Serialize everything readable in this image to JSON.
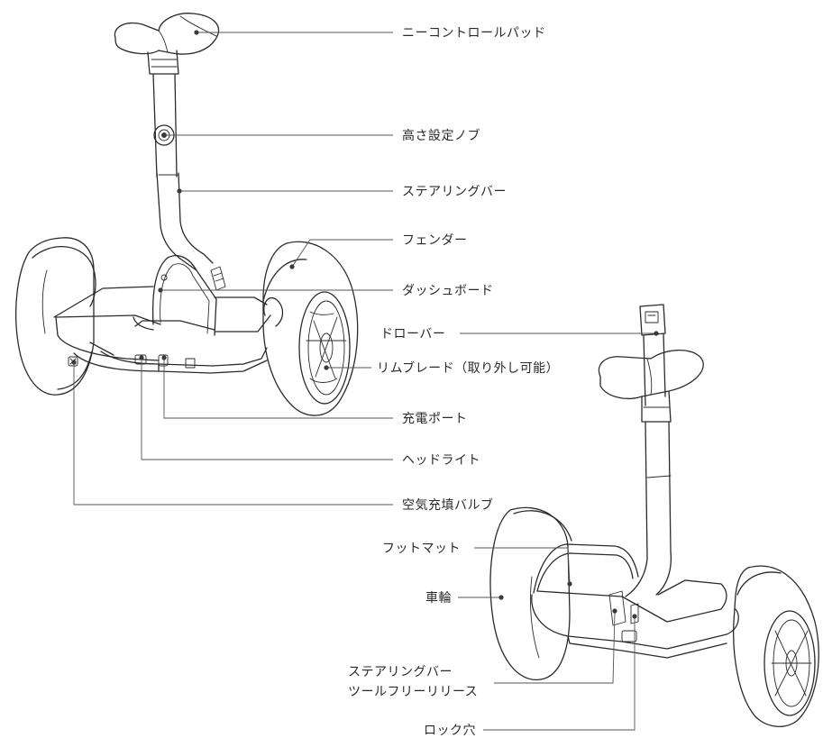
{
  "labels": {
    "knee_control_pad": "ニーコントロールパッド",
    "height_adjust_knob": "高さ設定ノブ",
    "steering_bar": "ステアリングバー",
    "fender": "フェンダー",
    "dashboard": "ダッシュボード",
    "drawbar": "ドローバー",
    "rim_blade": "リムブレード（取り外し可能）",
    "charging_port": "充電ポート",
    "headlight": "ヘッドライト",
    "air_valve": "空気充填バルブ",
    "foot_mat": "フットマット",
    "wheel": "車輪",
    "steering_release_line1": "ステアリングバー",
    "steering_release_line2": "ツールフリーリリース",
    "lock_hole": "ロック穴"
  }
}
